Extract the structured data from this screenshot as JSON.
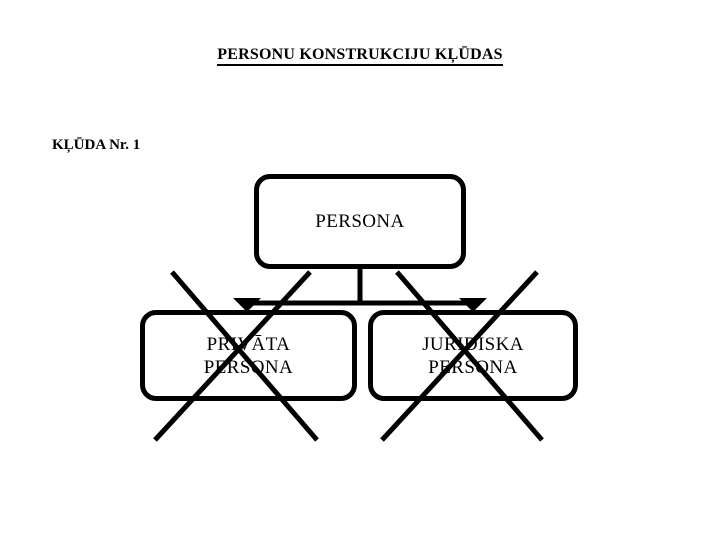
{
  "slide": {
    "title": "PERSONU KONSTRUKCIJU KĻŪDAS",
    "subtitle": "KĻŪDA Nr. 1",
    "background_color": "#ffffff",
    "ink_color": "#000000"
  },
  "diagram": {
    "type": "tree",
    "root": {
      "name": "persona",
      "label": "PERSONA"
    },
    "children": [
      {
        "name": "privata-persona",
        "label_line1": "PRIVĀTA",
        "label_line2": "PERSONA",
        "struck_out": true
      },
      {
        "name": "juridiska-persona",
        "label_line1": "JURIDISKA",
        "label_line2": "PERSONA",
        "struck_out": true
      }
    ],
    "connector": {
      "style": "stem-and-bar",
      "arrowheads": 2,
      "arrow_direction": "down"
    },
    "annotation": {
      "marks": "cross-out",
      "meaning": "error"
    }
  }
}
